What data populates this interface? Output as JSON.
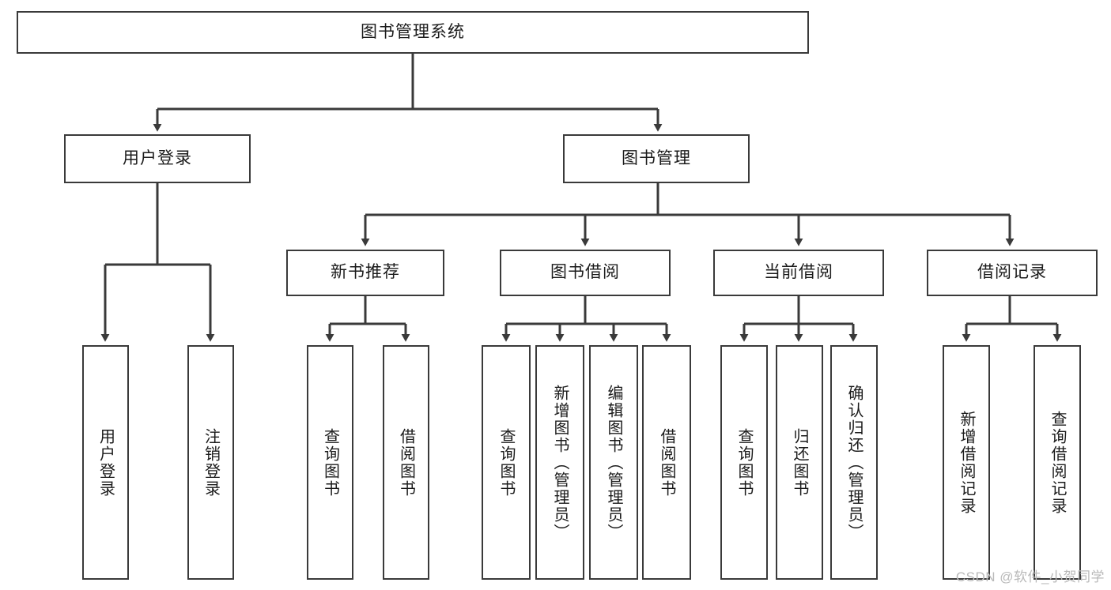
{
  "diagram": {
    "type": "tree-hierarchy-chart",
    "title": "图书管理系统",
    "stroke_color": "#3a3a3a",
    "fill_color": "#ffffff",
    "text_color": "#1b1b1b",
    "nodes": {
      "root": {
        "label": "图书管理系统",
        "orientation": "horizontal"
      },
      "level2": [
        {
          "id": "user-login",
          "label": "用户登录",
          "orientation": "horizontal"
        },
        {
          "id": "book-management",
          "label": "图书管理",
          "orientation": "horizontal"
        }
      ],
      "level3": [
        {
          "id": "new-book-recommend",
          "label": "新书推荐",
          "orientation": "horizontal"
        },
        {
          "id": "book-borrow",
          "label": "图书借阅",
          "orientation": "horizontal"
        },
        {
          "id": "current-borrow",
          "label": "当前借阅",
          "orientation": "horizontal"
        },
        {
          "id": "borrow-record",
          "label": "借阅记录",
          "orientation": "horizontal"
        }
      ],
      "leaves": [
        {
          "id": "leaf-user-login",
          "label": "用户登录",
          "parent": "user-login",
          "orientation": "vertical"
        },
        {
          "id": "leaf-logout",
          "label": "注销登录",
          "parent": "user-login",
          "orientation": "vertical"
        },
        {
          "id": "leaf-query-book-1",
          "label": "查询图书",
          "parent": "new-book-recommend",
          "orientation": "vertical"
        },
        {
          "id": "leaf-borrow-book-1",
          "label": "借阅图书",
          "parent": "new-book-recommend",
          "orientation": "vertical"
        },
        {
          "id": "leaf-query-book-2",
          "label": "查询图书",
          "parent": "book-borrow",
          "orientation": "vertical"
        },
        {
          "id": "leaf-add-book",
          "label": "新增图书（管理员）",
          "parent": "book-borrow",
          "orientation": "vertical"
        },
        {
          "id": "leaf-edit-book",
          "label": "编辑图书（管理员）",
          "parent": "book-borrow",
          "orientation": "vertical"
        },
        {
          "id": "leaf-borrow-book-2",
          "label": "借阅图书",
          "parent": "book-borrow",
          "orientation": "vertical"
        },
        {
          "id": "leaf-query-book-3",
          "label": "查询图书",
          "parent": "current-borrow",
          "orientation": "vertical"
        },
        {
          "id": "leaf-return-book",
          "label": "归还图书",
          "parent": "current-borrow",
          "orientation": "vertical"
        },
        {
          "id": "leaf-confirm-return",
          "label": "确认归还（管理员）",
          "parent": "current-borrow",
          "orientation": "vertical"
        },
        {
          "id": "leaf-add-record",
          "label": "新增借阅记录",
          "parent": "borrow-record",
          "orientation": "vertical"
        },
        {
          "id": "leaf-query-record",
          "label": "查询借阅记录",
          "parent": "borrow-record",
          "orientation": "vertical"
        }
      ]
    }
  },
  "watermark": {
    "text": "CSDN @软件_小贺同学"
  }
}
